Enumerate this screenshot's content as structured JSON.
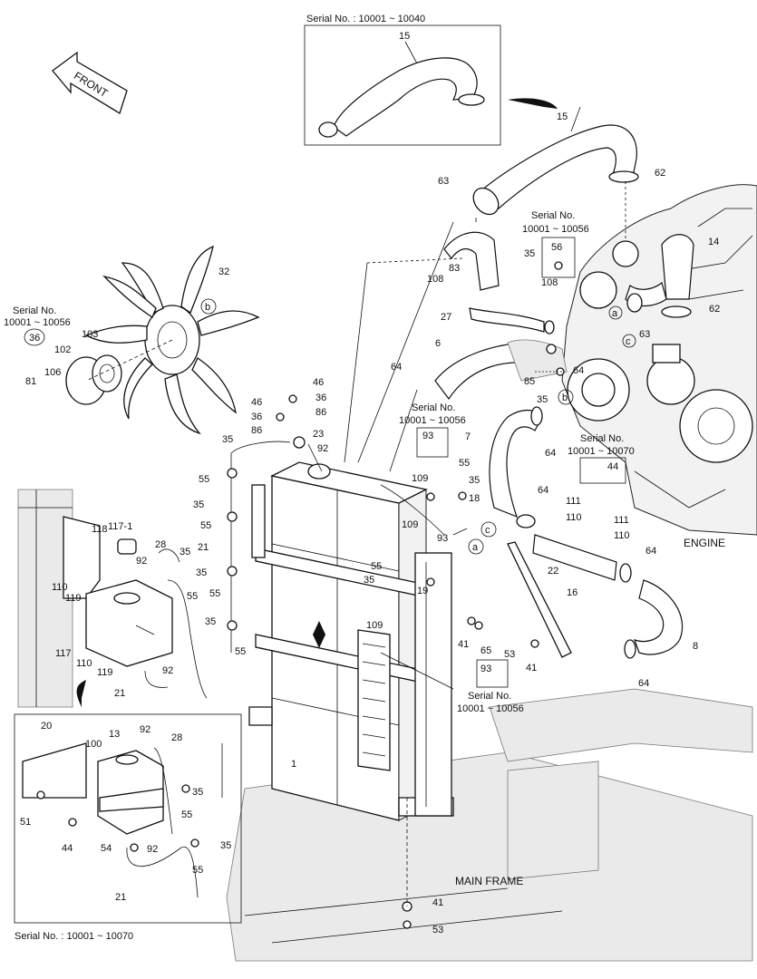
{
  "inset_top": {
    "serial": "Serial No. : 10001 ~ 10040",
    "part": "15"
  },
  "inset_bottom": {
    "serial": "Serial No. : 10001 ~ 10070"
  },
  "front_arrow": "FRONT",
  "area_labels": {
    "engine": "ENGINE",
    "main_frame": "MAIN FRAME"
  },
  "serial_notes": {
    "s56_title": "Serial No.",
    "s56_range": "10001 ~ 10056",
    "s36_title": "Serial No.",
    "s36_range": "10001 ~ 10056",
    "s93a_title": "Serial No.",
    "s93a_range": "10001 ~ 10056",
    "s44_title": "Serial No.",
    "s44_range": "10001 ~ 10070",
    "s93b_title": "Serial No.",
    "s93b_range": "10001 ~ 10056"
  },
  "callouts": {
    "c_a": "a",
    "c_b": "b",
    "c_c": "c",
    "p1": "1",
    "p6": "6",
    "p7": "7",
    "p8": "8",
    "p13": "13",
    "p14": "14",
    "p15": "15",
    "p16": "16",
    "p18": "18",
    "p19": "19",
    "p20": "20",
    "p21": "21",
    "p22": "22",
    "p23": "23",
    "p27": "27",
    "p28": "28",
    "p32": "32",
    "p35": "35",
    "p36": "36",
    "p41": "41",
    "p44": "44",
    "p46": "46",
    "p51": "51",
    "p53": "53",
    "p54": "54",
    "p55": "55",
    "p56": "56",
    "p62": "62",
    "p63": "63",
    "p64": "64",
    "p65": "65",
    "p81": "81",
    "p83": "83",
    "p85": "85",
    "p86": "86",
    "p92": "92",
    "p93": "93",
    "p100": "100",
    "p102": "102",
    "p103": "103",
    "p106": "106",
    "p108": "108",
    "p109": "109",
    "p110": "110",
    "p111": "111",
    "p117": "117",
    "p117_1": "117-1",
    "p118": "118",
    "p119": "119"
  }
}
